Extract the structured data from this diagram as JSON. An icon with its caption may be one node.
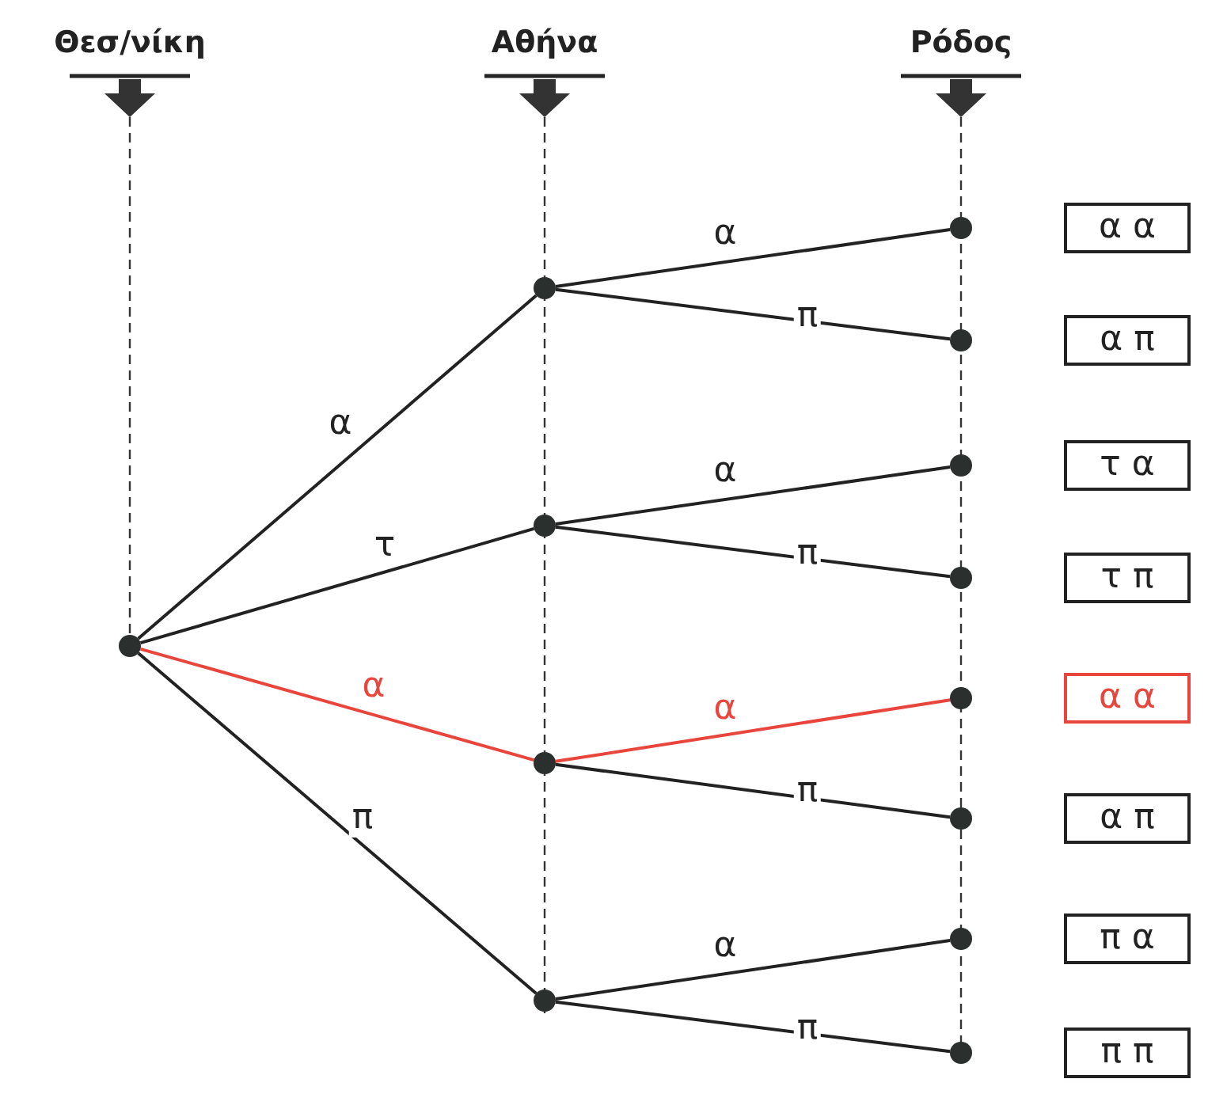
{
  "diagram": {
    "nodes": [
      {
        "text": [],
        "shape": "circle"
      },
      {
        "text": [],
        "shape": "circle"
      },
      {
        "text": [],
        "shape": "circle"
      },
      {
        "text": [],
        "shape": "circle"
      },
      {
        "text": [],
        "shape": "circle"
      },
      {
        "text": [],
        "shape": "circle"
      },
      {
        "text": [],
        "shape": "circle"
      },
      {
        "text": [],
        "shape": "circle"
      },
      {
        "text": [],
        "shape": "circle"
      },
      {
        "text": [],
        "shape": "circle"
      },
      {
        "text": [],
        "shape": "circle"
      },
      {
        "text": [],
        "shape": "circle"
      },
      {
        "text": [],
        "shape": "circle"
      },
      {
        "text": [
          "α α"
        ]
      },
      {
        "text": [
          "α π"
        ]
      },
      {
        "text": [
          "τ α"
        ]
      },
      {
        "text": [
          "τ π"
        ]
      },
      {
        "text": [
          "α α"
        ]
      },
      {
        "text": [
          "α π"
        ]
      },
      {
        "text": [
          "π α"
        ]
      },
      {
        "text": [
          "π π"
        ]
      }
    ],
    "edges": [
      {
        "from": 0,
        "to": 1,
        "arrow": "none",
        "label": "α"
      },
      {
        "from": 0,
        "to": 2,
        "arrow": "none",
        "label": "τ"
      },
      {
        "from": 0,
        "to": 3,
        "arrow": "none",
        "label": "α",
        "color": "#e8453c"
      },
      {
        "from": 0,
        "to": 4,
        "arrow": "none",
        "label": "π"
      },
      {
        "from": 1,
        "to": 5,
        "arrow": "none",
        "label": "α"
      },
      {
        "from": 1,
        "to": 6,
        "arrow": "none",
        "label": "π"
      },
      {
        "from": 2,
        "to": 7,
        "arrow": "none",
        "label": "α"
      },
      {
        "from": 2,
        "to": 8,
        "arrow": "none",
        "label": "π"
      },
      {
        "from": 3,
        "to": 9,
        "arrow": "none",
        "label": "α",
        "color": "#e8453c"
      },
      {
        "from": 3,
        "to": 10,
        "arrow": "none",
        "label": "π"
      },
      {
        "from": 4,
        "to": 11,
        "arrow": "none",
        "label": "α"
      },
      {
        "from": 4,
        "to": 12,
        "arrow": "none",
        "label": "π"
      }
    ],
    "labels": [
      "Θεσ/νίκη",
      "Αθήνα",
      "Ρόδος"
    ]
  }
}
